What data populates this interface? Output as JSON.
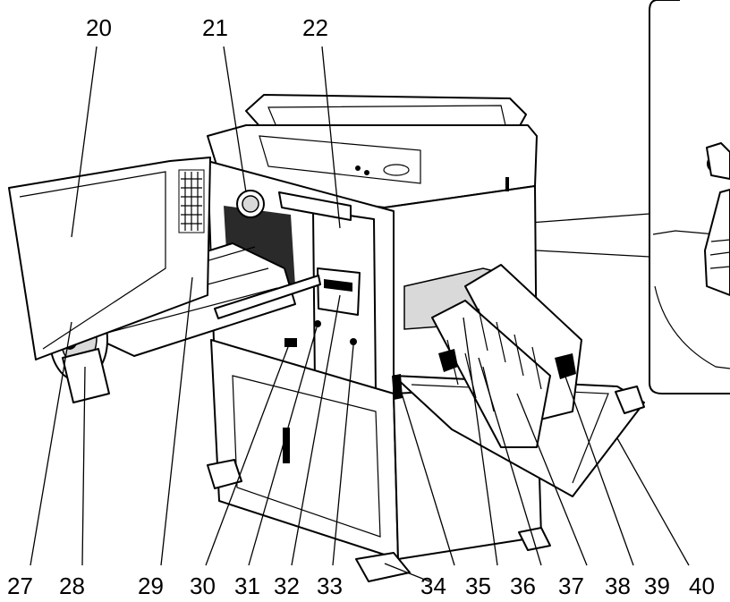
{
  "callouts": {
    "top": [
      "20",
      "21",
      "22"
    ],
    "bottom": [
      "27",
      "28",
      "29",
      "30",
      "31",
      "32",
      "33",
      "34",
      "35",
      "36",
      "37",
      "38",
      "39",
      "40"
    ]
  }
}
